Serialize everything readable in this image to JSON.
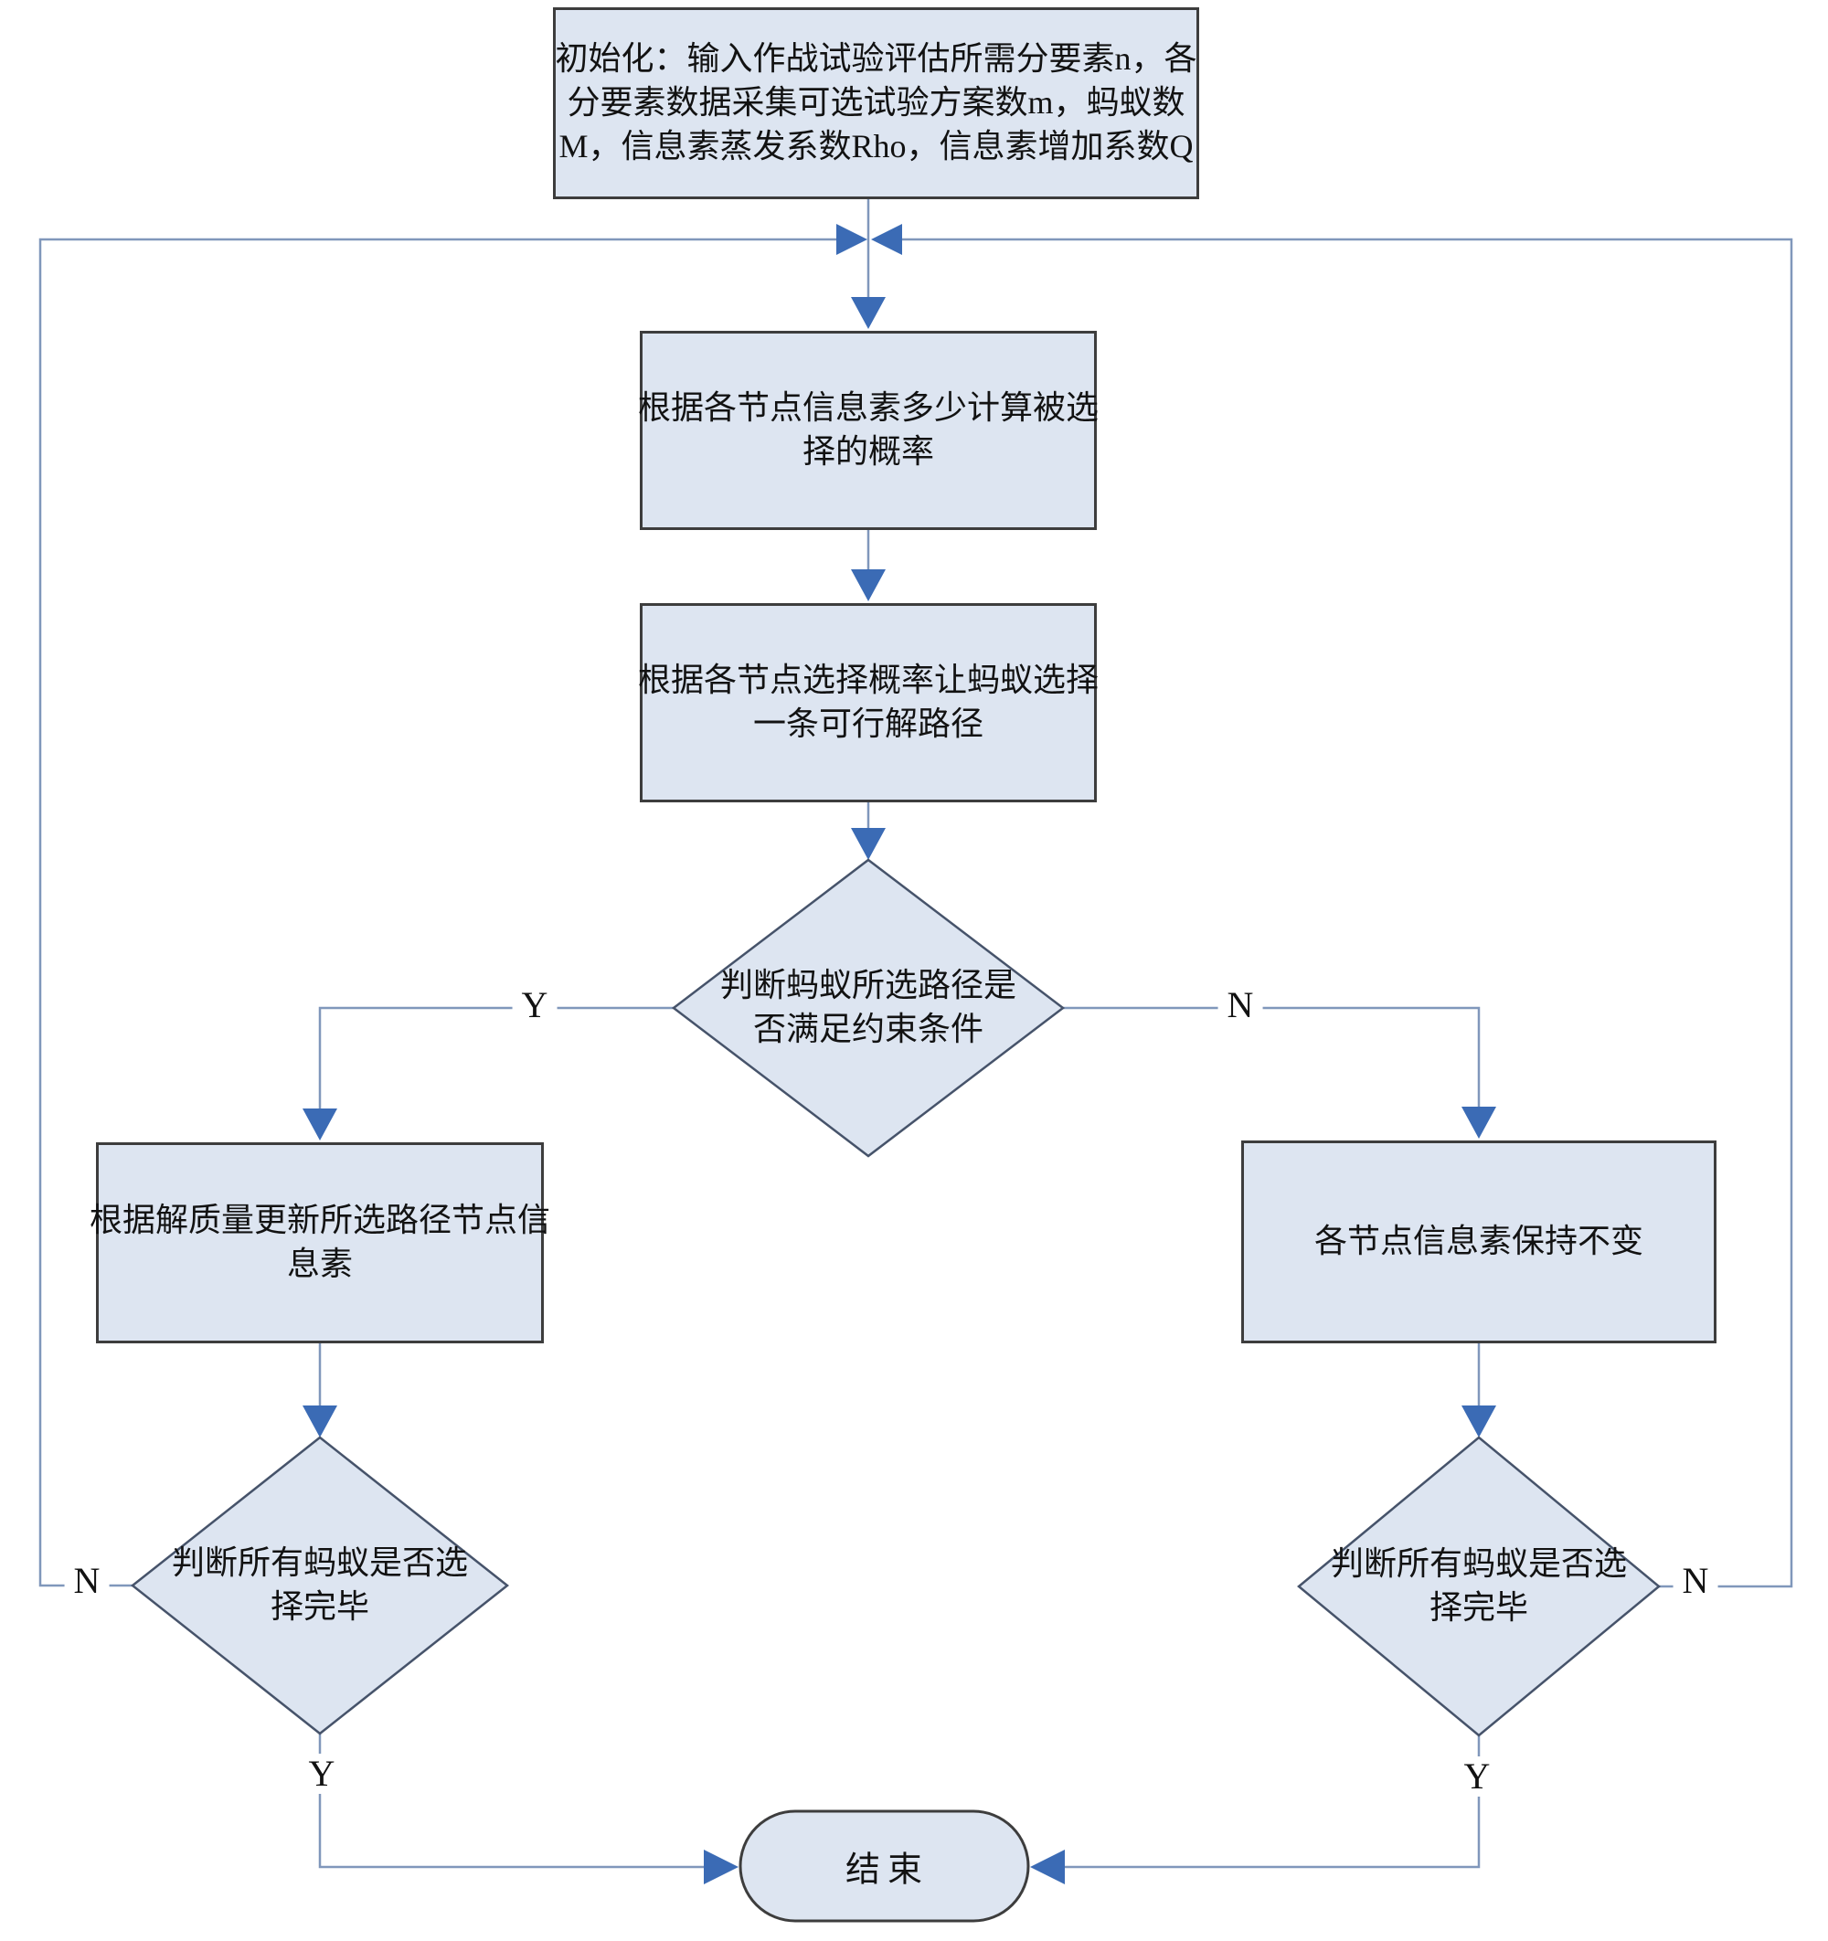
{
  "diagram_type": "flowchart",
  "nodes": {
    "init": {
      "shape": "process",
      "lines": [
        "初始化：输入作战试验评估所需分要素n，各",
        "分要素数据采集可选试验方案数m，蚂蚁数",
        "M，信息素蒸发系数Rho，信息素增加系数Q"
      ]
    },
    "calc_probability": {
      "shape": "process",
      "lines": [
        "根据各节点信息素多少计算被选",
        "择的概率"
      ]
    },
    "choose_path": {
      "shape": "process",
      "lines": [
        "根据各节点选择概率让蚂蚁选择",
        "一条可行解路径"
      ]
    },
    "constraint_check": {
      "shape": "decision",
      "lines": [
        "判断蚂蚁所选路径是",
        "否满足约束条件"
      ]
    },
    "update_pheromone": {
      "shape": "process",
      "lines": [
        "根据解质量更新所选路径节点信",
        "息素"
      ]
    },
    "keep_pheromone": {
      "shape": "process",
      "lines": [
        "各节点信息素保持不变"
      ]
    },
    "all_ants_check_left": {
      "shape": "decision",
      "lines": [
        "判断所有蚂蚁是否选",
        "择完毕"
      ]
    },
    "all_ants_check_right": {
      "shape": "decision",
      "lines": [
        "判断所有蚂蚁是否选",
        "择完毕"
      ]
    },
    "end": {
      "shape": "terminator",
      "lines": [
        "结束"
      ]
    }
  },
  "edge_labels": {
    "constraint_yes": "Y",
    "constraint_no": "N",
    "left_loop_no": "N",
    "right_loop_no": "N",
    "left_done_yes": "Y",
    "right_done_yes": "Y"
  },
  "colors": {
    "node_fill": "#dde5f1",
    "node_border": "#3d3d3d",
    "diamond_border": "#46536a",
    "line": "#8097bb",
    "arrow": "#3b6bb5",
    "text": "#121212",
    "background": "#ffffff"
  }
}
